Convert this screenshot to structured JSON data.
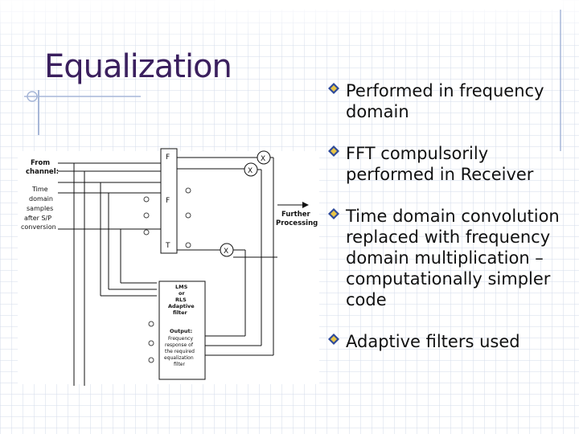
{
  "slide": {
    "title": "Equalization",
    "bullets": [
      "Performed in frequency domain",
      "FFT compulsorily performed in Receiver",
      "Time domain convolution replaced with frequency domain multiplication – computationally simpler code",
      "Adaptive filters used"
    ],
    "bullet_icon": "diamond-bullet-icon"
  },
  "diagram": {
    "input_heading": [
      "From",
      "channel:"
    ],
    "input_desc": [
      "Time",
      "domain",
      "samples",
      "after S/P",
      "conversion"
    ],
    "fft_labels": [
      "F",
      "F",
      "T"
    ],
    "multiplier_symbol": "X",
    "output_label": [
      "Further",
      "Processing"
    ],
    "filter_heading": [
      "LMS",
      "or",
      "RLS",
      "Adaptive",
      "filter"
    ],
    "filter_output": [
      "Output:",
      "Frequency",
      "response of",
      "the required",
      "equalization",
      "filter"
    ]
  },
  "colors": {
    "title": "#3a1f5e",
    "bullet_icon": "#2e4a9a",
    "grid": "#d7deec",
    "deco_line": "#a7b7d8"
  }
}
